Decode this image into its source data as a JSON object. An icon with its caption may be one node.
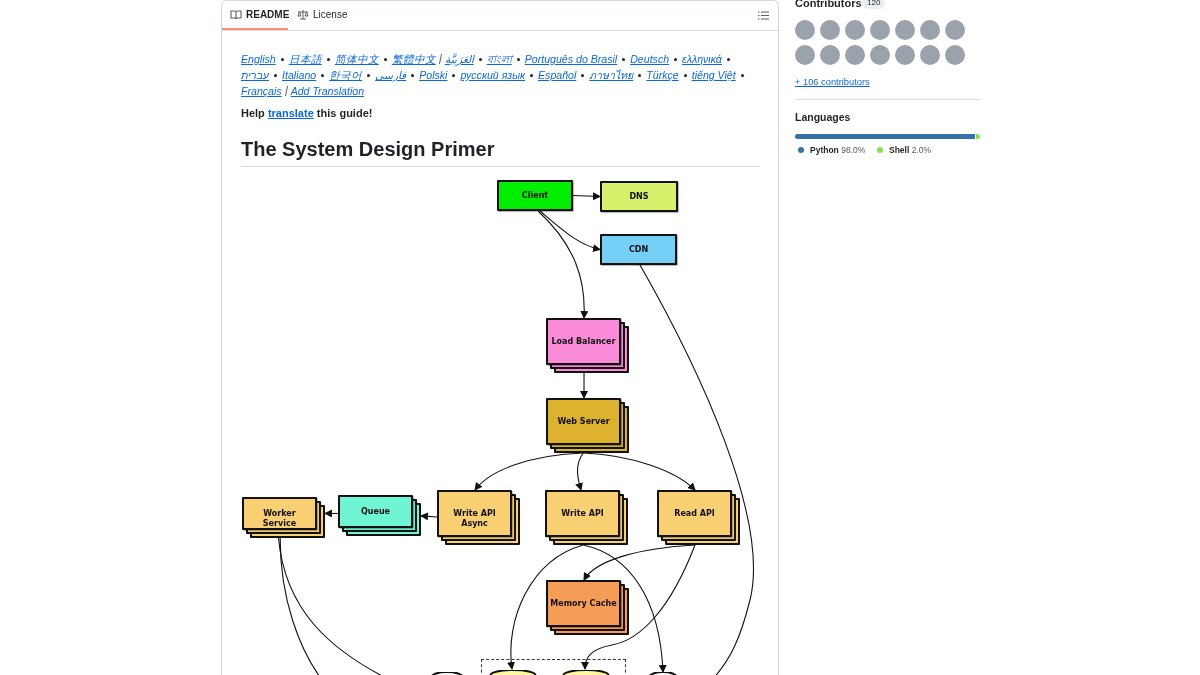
{
  "diagram": {
    "title": "The System Design Primer",
    "nodes": [
      {
        "text": [
          "Client"
        ]
      },
      {
        "text": [
          "DNS"
        ]
      },
      {
        "text": [
          "CDN"
        ]
      },
      {
        "text": [
          "Load Balancer"
        ]
      },
      {
        "text": [
          "Web Server"
        ]
      },
      {
        "text": [
          "Write API Async"
        ]
      },
      {
        "text": [
          "Write API"
        ]
      },
      {
        "text": [
          "Read API"
        ]
      },
      {
        "text": [
          "Worker Service"
        ]
      },
      {
        "text": [
          "Queue"
        ]
      },
      {
        "text": [
          "Memory Cache"
        ]
      },
      {
        "text": [],
        "shape": "cylinder"
      },
      {
        "text": [],
        "shape": "box"
      },
      {
        "text": [],
        "shape": "cylinder",
        "in": 12
      },
      {
        "text": [],
        "shape": "cylinder",
        "in": 12
      },
      {
        "text": [],
        "shape": "cylinder"
      }
    ],
    "edges": [
      {
        "from": 0,
        "to": 1,
        "arrow": "to"
      },
      {
        "from": 0,
        "to": 2,
        "arrow": "to"
      },
      {
        "from": 0,
        "to": 3,
        "arrow": "to"
      },
      {
        "from": 3,
        "to": 4,
        "arrow": "to"
      },
      {
        "from": 4,
        "to": 5,
        "arrow": "to"
      },
      {
        "from": 4,
        "to": 6,
        "arrow": "to"
      },
      {
        "from": 4,
        "to": 7,
        "arrow": "to"
      },
      {
        "from": 5,
        "to": 9,
        "arrow": "to"
      },
      {
        "from": 9,
        "to": 8,
        "arrow": "to"
      },
      {
        "from": 7,
        "to": 10,
        "arrow": "to"
      },
      {
        "from": 6,
        "to": 13,
        "arrow": "to"
      },
      {
        "from": 6,
        "to": 15,
        "arrow": "to"
      },
      {
        "from": 7,
        "to": 14,
        "arrow": "to"
      },
      {
        "from": 2,
        "to": null,
        "arrow": "none"
      },
      {
        "from": 8,
        "to": null,
        "arrow": "none"
      },
      {
        "from": 8,
        "to": null,
        "arrow": "none"
      }
    ],
    "labels": [
      "README",
      "License",
      "English",
      "日本語",
      "简体中文",
      "繁體中文",
      "العَرَبِيَّة",
      "বাংলা",
      "Português do Brasil",
      "Deutsch",
      "ελληνικά",
      "עברית",
      "Italiano",
      "한국어",
      "فارسی",
      "Polski",
      "русский язык",
      "Español",
      "ภาษาไทย",
      "Türkçe",
      "tiếng Việt",
      "Français",
      "Add Translation",
      "Help **translate** this guide!",
      "Contributors",
      "120",
      "+ 106 contributors",
      "Languages"
    ],
    "legend": [
      {
        "text": "**Python** 98.0%",
        "color": "#3572a5"
      },
      {
        "text": "**Shell** 2.0%",
        "color": "#89e051"
      }
    ]
  }
}
